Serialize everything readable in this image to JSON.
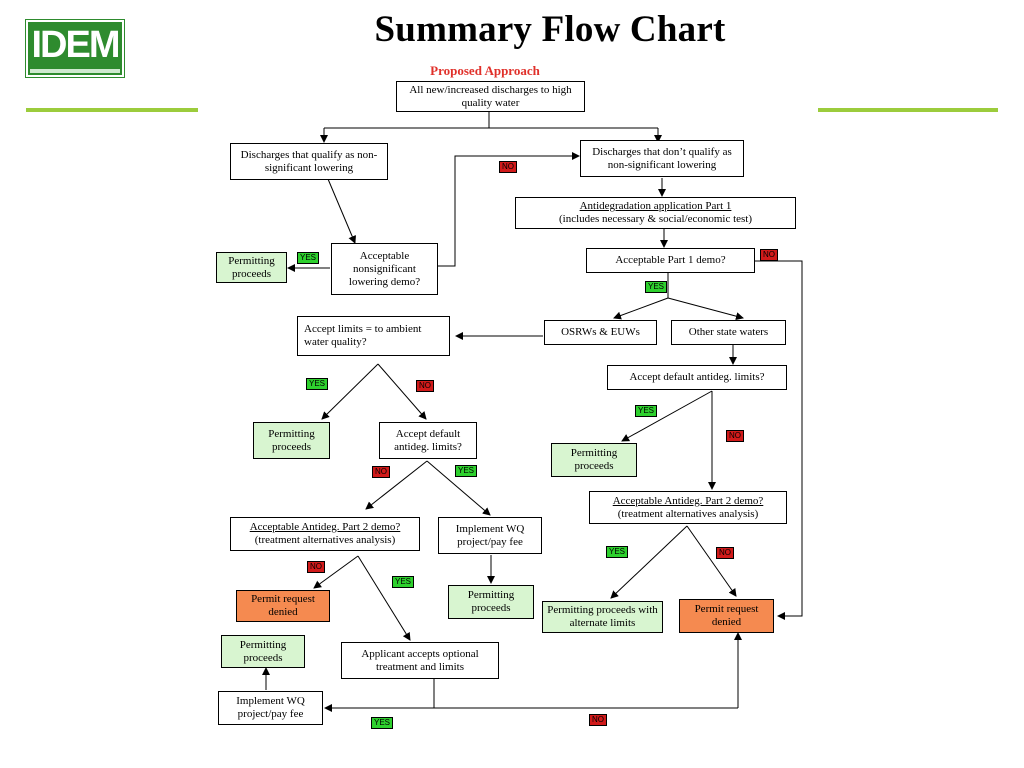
{
  "slide": {
    "title": "Summary Flow Chart",
    "logo_text": "IDEM",
    "subtitle": "Proposed Approach"
  },
  "nodes": {
    "start": "All new/increased discharges to high quality water",
    "qualify": "Discharges that qualify as non-significant lowering",
    "not_qualify": "Discharges that don’t qualify as non-significant lowering",
    "acceptable_nonsig": "Acceptable nonsignificant lowering demo?",
    "permitting_1": "Permitting proceeds",
    "antideg_app_title": "Antidegradation application Part 1",
    "antideg_app_sub": "(includes necessary & social/economic test)",
    "acceptable_part1": "Acceptable Part 1 demo?",
    "osrws": "OSRWs & EUWs",
    "other_waters": "Other state waters",
    "accept_limits": "Accept limits = to ambient water quality?",
    "accept_default_right": "Accept default antideg. limits?",
    "permitting_left_mid": "Permitting proceeds",
    "accept_default_left": "Accept default antideg. limits?",
    "permitting_right_mid": "Permitting proceeds",
    "part2_right_title": "Acceptable Antideg. Part 2 demo?",
    "part2_right_sub": "(treatment alternatives analysis)",
    "part2_left_title": "Acceptable Antideg. Part 2 demo?",
    "part2_left_sub": "(treatment alternatives analysis)",
    "implement_mid": "Implement WQ project/pay fee",
    "permitting_implement_mid": "Permitting proceeds",
    "permit_denied_left": "Permit request denied",
    "applicant_accepts": "Applicant accepts optional treatment and limits",
    "permitting_bottom_left": "Permitting proceeds",
    "implement_bottom": "Implement WQ project/pay fee",
    "permitting_alternate": "Permitting proceeds with alternate limits",
    "permit_denied_right": "Permit request denied"
  },
  "labels": {
    "yes": "YES",
    "no": "NO"
  }
}
